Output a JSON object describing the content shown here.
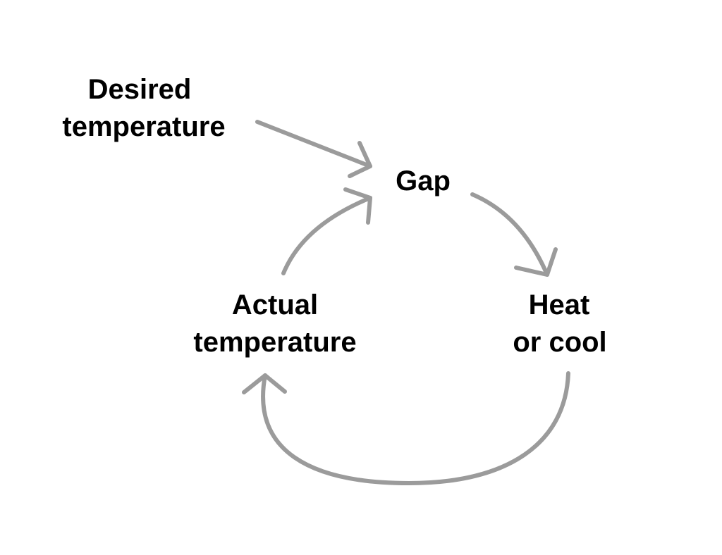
{
  "diagram": {
    "nodes": {
      "desired": {
        "line1": "Desired",
        "line2": "temperature"
      },
      "gap": {
        "line1": "Gap"
      },
      "heat": {
        "line1": "Heat",
        "line2": "or cool"
      },
      "actual": {
        "line1": "Actual",
        "line2": "temperature"
      }
    },
    "edges": [
      {
        "from": "Desired temperature",
        "to": "Gap"
      },
      {
        "from": "Gap",
        "to": "Heat or cool"
      },
      {
        "from": "Heat or cool",
        "to": "Actual temperature"
      },
      {
        "from": "Actual temperature",
        "to": "Gap"
      }
    ],
    "colors": {
      "arrow": "#9b9b9b",
      "text": "#000000",
      "background": "#ffffff"
    }
  }
}
